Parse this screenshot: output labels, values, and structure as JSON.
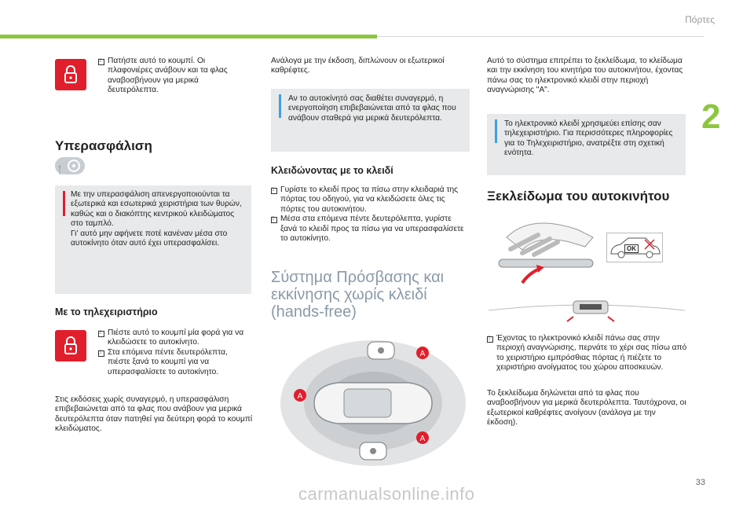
{
  "header": {
    "section_label": "Πόρτες",
    "chapter_number": "2",
    "page_number": "33"
  },
  "watermark": "carmanualsonline.info",
  "col1": {
    "top_bullet": "Πατήστε αυτό το κουμπί. Οι πλαφονιέρες ανάβουν και τα φλας αναβοσβήνουν για μερικά δευτερόλεπτα.",
    "heading_deadlock": "Υπερασφάλιση",
    "warning_text": "Με την υπερασφάλιση απενεργοποιούνται τα εξωτερικά και εσωτερικά χειριστήρια των θυρών, καθώς και ο διακόπτης κεντρικού κλειδώματος στο ταμπλό.\nΓι' αυτό μην αφήνετε ποτέ κανέναν μέσα στο αυτοκίνητο όταν αυτό έχει υπερασφαλίσει.",
    "heading_remote": "Με το τηλεχειριστήριο",
    "remote_bullets": [
      "Πιέστε αυτό το κουμπί μία φορά για να κλειδώσετε το αυτοκίνητο.",
      "Στα επόμενα πέντε δευτερόλεπτα, πιέστε ξανά το κουμπί για να υπερασφαλίσετε το αυτοκίνητο."
    ],
    "bottom_text": "Στις εκδόσεις χωρίς συναγερμό, η υπερασφάλιση επιβεβαιώνεται από τα φλας που ανάβουν για μερικά δευτερόλεπτα όταν πατηθεί για δεύτερη φορά το κουμπί κλειδώματος."
  },
  "col2": {
    "top_text": "Ανάλογα με την έκδοση, διπλώνουν οι εξωτερικοί καθρέφτες.",
    "info_text": "Αν το αυτοκίνητό σας διαθέτει συναγερμό, η ενεργοποίηση επιβεβαιώνεται από τα φλας που ανάβουν σταθερά για μερικά δευτερόλεπτα.",
    "heading_key": "Κλειδώνοντας με το κλειδί",
    "key_bullets": [
      "Γυρίστε το κλειδί προς τα πίσω στην κλειδαριά της πόρτας του οδηγού, για να κλειδώσετε όλες τις πόρτες του αυτοκινήτου.",
      "Μέσα στα επόμενα πέντε δευτερόλεπτα, γυρίστε ξανά το κλειδί προς τα πίσω για να υπερασφαλίσετε το αυτοκίνητο."
    ],
    "big_title": "Σύστημα Πρόσβασης και εκκίνησης χωρίς κλειδί (hands-free)",
    "zone_label": "A"
  },
  "col3": {
    "top_text": "Αυτό το σύστημα επιτρέπει το ξεκλείδωμα, το κλείδωμα και την εκκίνηση του κινητήρα του αυτοκινήτου, έχοντας πάνω σας το ηλεκτρονικό κλειδί στην περιοχή αναγνώρισης \"A\".",
    "info_text": "Το ηλεκτρονικό κλειδί χρησιμεύει επίσης σαν τηλεχειριστήριο. Για περισσότερες πληροφορίες για το Τηλεχειριστήριο, ανατρέξτε στη σχετική ενότητα.",
    "heading_unlock": "Ξεκλείδωμα του αυτοκινήτου",
    "ok_label": "OK",
    "unlock_bullet": "Έχοντας το ηλεκτρονικό κλειδί πάνω σας στην περιοχή αναγνώρισης, περνάτε το χέρι σας πίσω από το χειριστήριο εμπρόσθιας πόρτας ή πιέζετε το χειριστήριο ανοίγματος του χώρου αποσκευών.",
    "bottom_text": "Το ξεκλείδωμα δηλώνεται από τα φλας που αναβοσβήνουν για μερικά δευτερόλεπτα. Ταυτόχρονα, οι εξωτερικοί καθρέφτες ανοίγουν (ανάλογα με την έκδοση)."
  },
  "colors": {
    "accent_green": "#8cc63f",
    "icon_red": "#e11f2c",
    "info_blue": "#3ea0e0",
    "box_grey": "#e8e9ea",
    "title_grey": "#8a9aa8"
  }
}
